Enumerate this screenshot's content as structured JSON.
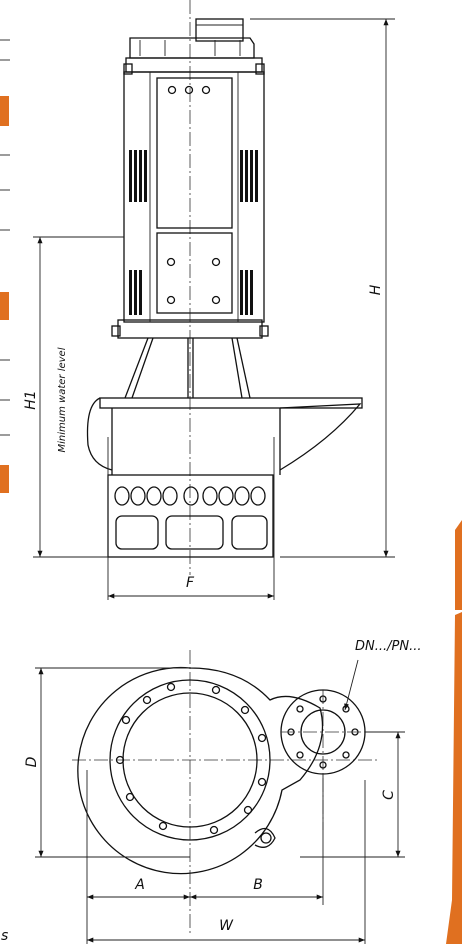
{
  "labels": {
    "height_total": "H",
    "height_h1": "H1",
    "min_water_level": "Minimum water level",
    "width_f": "F",
    "diameter_d": "D",
    "flange": "DN.../PN...",
    "offset_c": "C",
    "dim_a": "A",
    "dim_b": "B",
    "width_w": "W",
    "edge_fragment": "s"
  },
  "colors": {
    "line": "#111111",
    "accent_orange": "#e07020",
    "background": "#ffffff"
  }
}
